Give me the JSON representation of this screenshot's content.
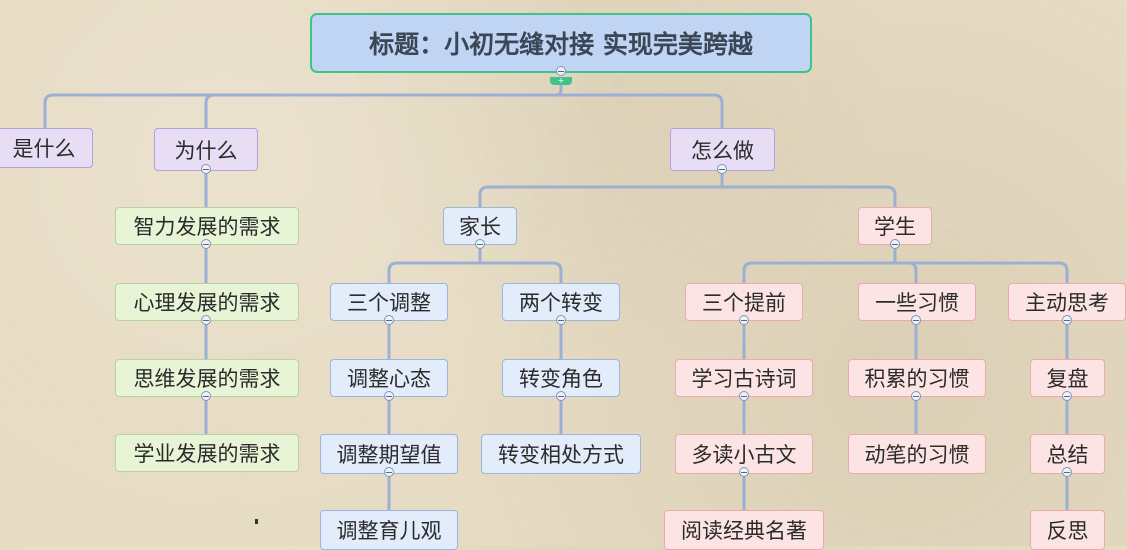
{
  "title": "标题：小初无缝对接  实现完美跨越",
  "colors": {
    "connector": "#9bb0d4",
    "root_fill": "#c0d4f4",
    "root_border": "#3fc38a",
    "purple_fill": "#e7def6",
    "green_fill": "#e8f4d6",
    "blue_fill": "#e2ecfa",
    "pink_fill": "#fde4e4"
  },
  "branches": {
    "what": {
      "label": "是什么"
    },
    "why": {
      "label": "为什么",
      "items": [
        "智力发展的需求",
        "心理发展的需求",
        "思维发展的需求",
        "学业发展的需求"
      ]
    },
    "how": {
      "label": "怎么做",
      "parents": {
        "label": "家长",
        "groups": [
          {
            "label": "三个调整",
            "items": [
              "调整心态",
              "调整期望值",
              "调整育儿观"
            ]
          },
          {
            "label": "两个转变",
            "items": [
              "转变角色",
              "转变相处方式"
            ]
          }
        ]
      },
      "students": {
        "label": "学生",
        "groups": [
          {
            "label": "三个提前",
            "items": [
              "学习古诗词",
              "多读小古文",
              "阅读经典名著"
            ]
          },
          {
            "label": "一些习惯",
            "items": [
              "积累的习惯",
              "动笔的习惯"
            ]
          },
          {
            "label": "主动思考",
            "items": [
              "复盘",
              "总结",
              "反思"
            ]
          }
        ]
      }
    }
  }
}
